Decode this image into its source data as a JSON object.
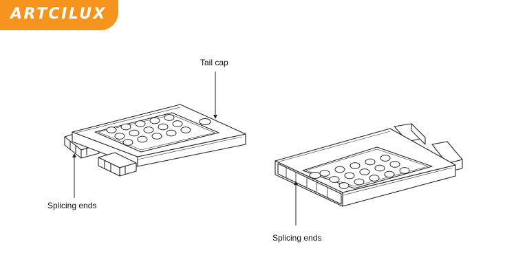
{
  "brand": {
    "logo_text": "ARTCILUX",
    "badge_color": "#f7941d"
  },
  "labels": {
    "tail_cap": "Tail cap",
    "splicing_ends_left": "Splicing ends",
    "splicing_ends_right": "Splicing ends"
  },
  "colors": {
    "line": "#222222",
    "fill": "#ffffff"
  }
}
